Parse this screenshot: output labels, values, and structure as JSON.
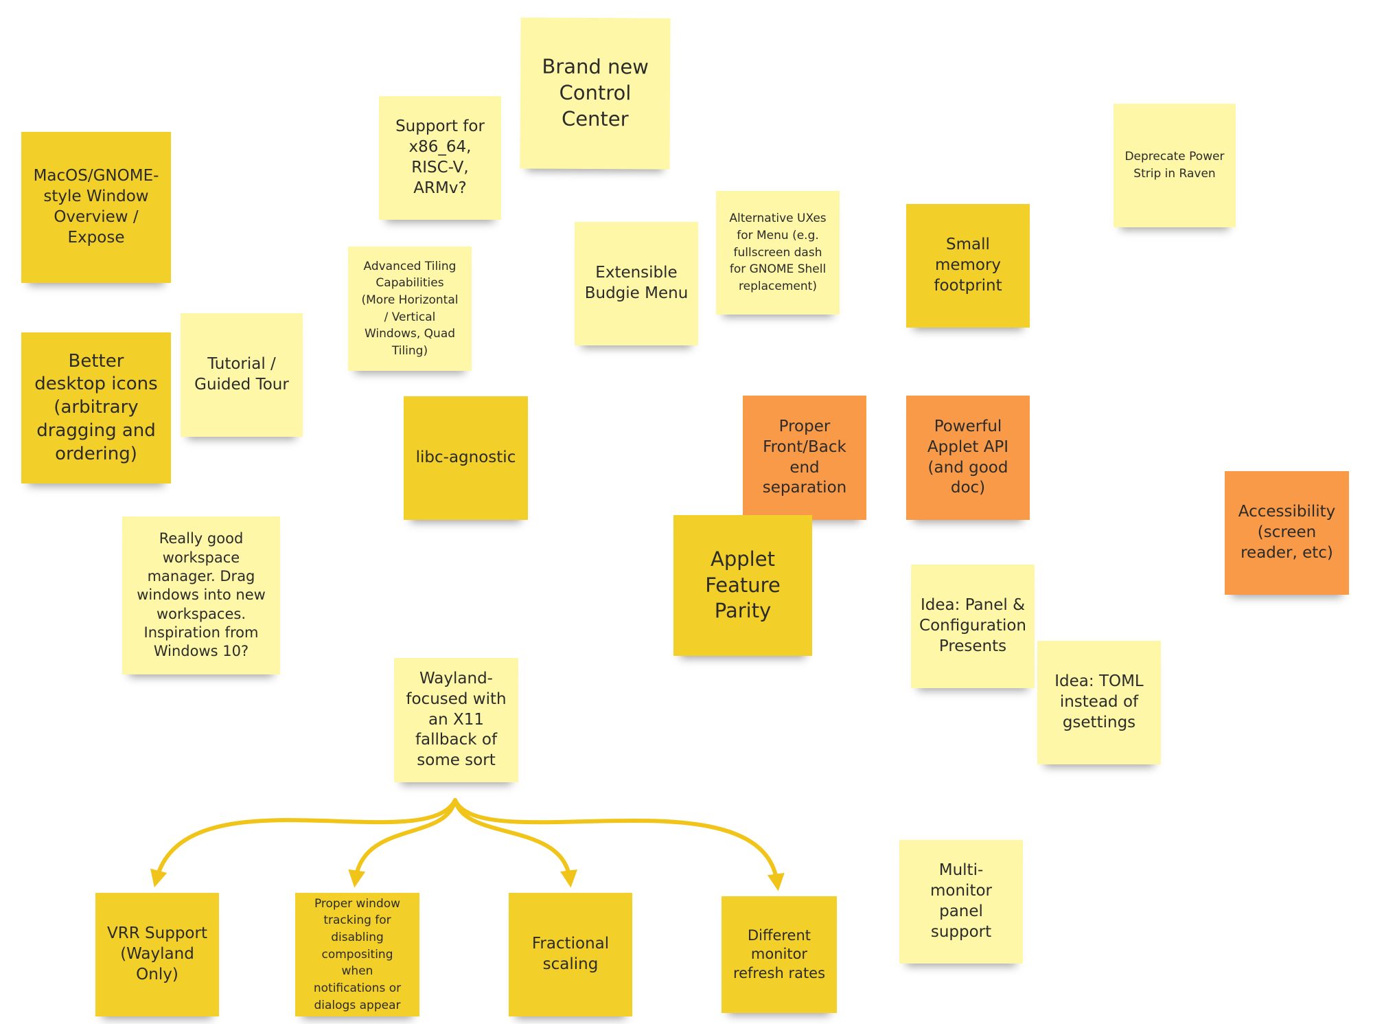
{
  "colors": {
    "pale": "#fff7a8",
    "gold": "#f3cf2a",
    "orange": "#f99a48",
    "connector": "#f0c419"
  },
  "notes": {
    "control_center": "Brand new Control Center",
    "arch_support": "Support for x86_64, RISC-V, ARMv?",
    "deprecate_power_strip": "Deprecate Power Strip in Raven",
    "window_overview": "MacOS/GNOME-style Window Overview / Expose",
    "alt_ux_menu": "Alternative UXes for Menu (e.g. fullscreen dash for GNOME Shell replacement)",
    "small_memory": "Small memory footprint",
    "extensible_menu": "Extensible Budgie Menu",
    "advanced_tiling": "Advanced Tiling Capabilities (More Horizontal / Vertical Windows, Quad Tiling)",
    "desktop_icons": "Better desktop icons (arbitrary dragging and ordering)",
    "tutorial": "Tutorial / Guided Tour",
    "libc_agnostic": "libc-agnostic",
    "front_back_separation": "Proper Front/Back end separation",
    "applet_api": "Powerful Applet API (and good doc)",
    "accessibility": "Accessibility (screen reader, etc)",
    "workspace_manager": "Really good workspace manager. Drag windows into new workspaces. Inspiration from Windows 10?",
    "applet_parity": "Applet Feature Parity",
    "panel_presets": "Idea: Panel & Configuration Presents",
    "toml": "Idea: TOML instead of gsettings",
    "wayland_focused": "Wayland-focused with an X11 fallback of some sort",
    "multi_monitor_panel": "Multi-monitor panel support",
    "vrr_support": "VRR Support (Wayland Only)",
    "window_tracking": "Proper window tracking for disabling compositing when notifications or dialogs appear",
    "fractional_scaling": "Fractional scaling",
    "refresh_rates": "Different monitor refresh rates"
  }
}
